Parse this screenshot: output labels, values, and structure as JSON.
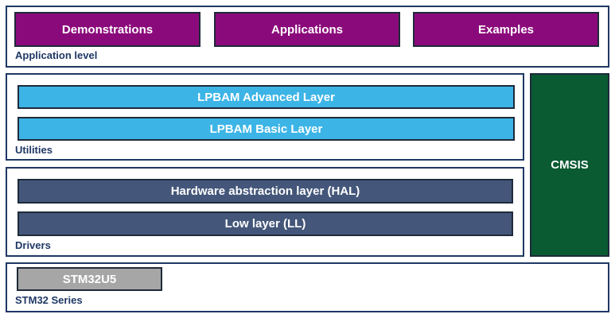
{
  "application": {
    "blocks": [
      "Demonstrations",
      "Applications",
      "Examples"
    ],
    "label": "Application level",
    "color": "#8b0a7b"
  },
  "utilities": {
    "blocks": [
      "LPBAM Advanced Layer",
      "LPBAM Basic Layer"
    ],
    "label": "Utilities",
    "color": "#3cb4e6"
  },
  "drivers": {
    "blocks": [
      "Hardware abstraction layer (HAL)",
      "Low layer (LL)"
    ],
    "label": "Drivers",
    "color": "#44577a"
  },
  "cmsis": {
    "label": "CMSIS",
    "color": "#0a5a32"
  },
  "series": {
    "blocks": [
      "STM32U5"
    ],
    "label": "STM32 Series",
    "color": "#a6a6a6"
  }
}
